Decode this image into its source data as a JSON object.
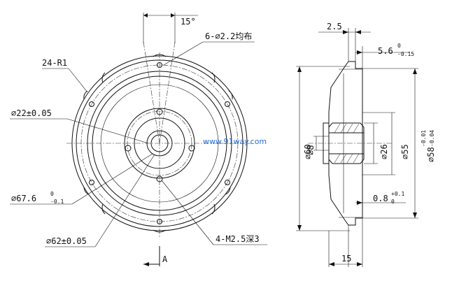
{
  "front_view": {
    "angle_label": "15°",
    "holes_label": "6-⌀2.2均布",
    "radius_label": "24-R1",
    "hub_dia_label": "⌀22±0.05",
    "outer_dia_main": "⌀67.6",
    "outer_dia_upper": "0",
    "outer_dia_lower": "-0.1",
    "bolt_circle_label": "⌀62±0.05",
    "tapped_label": "4-M2.5深3",
    "section_label": "A"
  },
  "side_view": {
    "dim_top_label": "2.5",
    "dim_thick_main": "5.6",
    "dim_thick_upper": "0",
    "dim_thick_lower": "-0.15",
    "bore_label": "⌀8",
    "hub_od_label": "⌀26",
    "dia55_label": "⌀55",
    "dia58_main": "⌀58",
    "dia58_upper": "-0.01",
    "dia58_lower": "-0.04",
    "dia60_label": "⌀60",
    "gap_main": "0.8",
    "gap_upper": "+0.1",
    "gap_lower": "0",
    "width_label": "15"
  },
  "watermark": "www.91way.com"
}
